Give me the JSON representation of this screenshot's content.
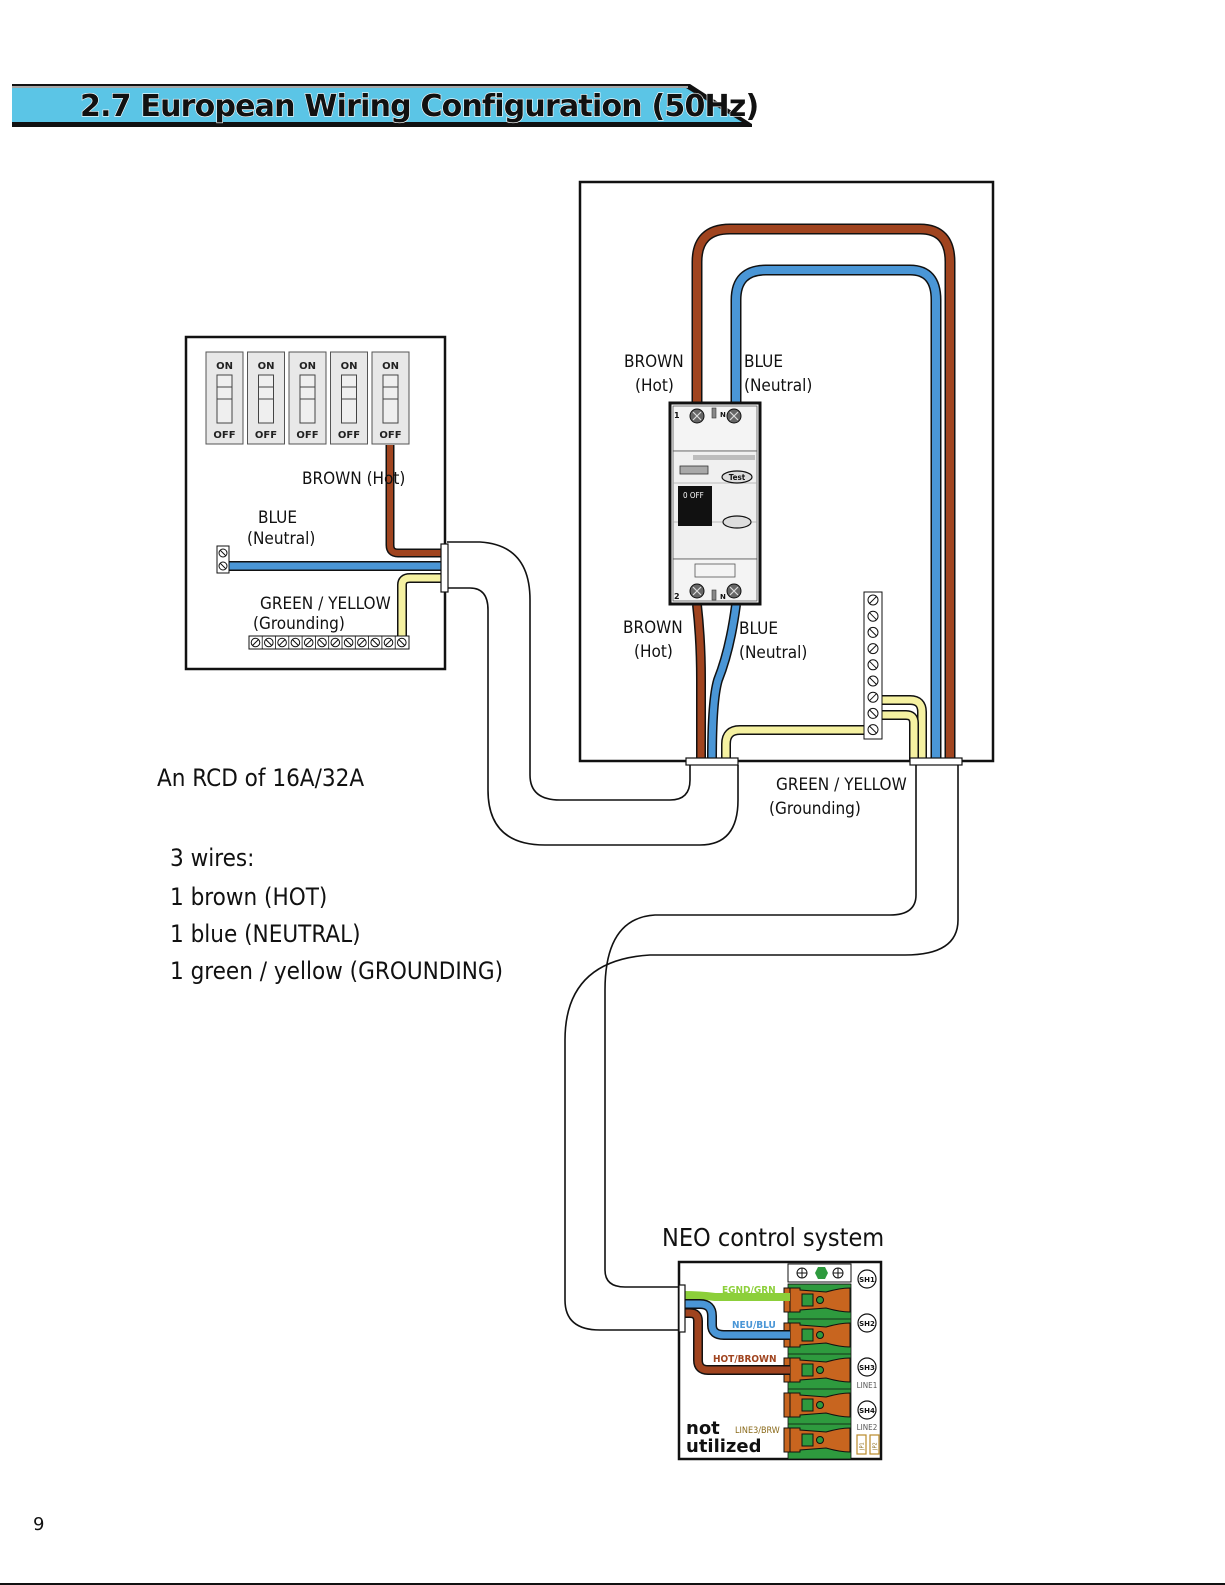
{
  "title": "2.7 European Wiring Configuration (50Hz)",
  "page_number": "9",
  "colors": {
    "title_band": "#5bc5e6",
    "brown_wire": "#a0441f",
    "blue_wire": "#4a96d6",
    "yellow_wire": "#f5f1a1",
    "green_wire": "#8ccf3a",
    "terminal_green": "#2e9a3e",
    "terminal_orange": "#c8651f"
  },
  "breaker_panel": {
    "switches": [
      {
        "on": "ON",
        "off": "OFF"
      },
      {
        "on": "ON",
        "off": "OFF"
      },
      {
        "on": "ON",
        "off": "OFF"
      },
      {
        "on": "ON",
        "off": "OFF"
      },
      {
        "on": "ON",
        "off": "OFF"
      }
    ],
    "brown_label": "BROWN (Hot)",
    "blue_label_1": "BLUE",
    "blue_label_2": "(Neutral)",
    "ground_label_1": "GREEN / YELLOW",
    "ground_label_2": "(Grounding)",
    "ground_bar_screws": 12
  },
  "rcd_box": {
    "top_brown_1": "BROWN",
    "top_brown_2": "(Hot)",
    "top_blue_1": "BLUE",
    "top_blue_2": "(Neutral)",
    "bottom_brown_1": "BROWN",
    "bottom_brown_2": "(Hot)",
    "bottom_blue_1": "BLUE",
    "bottom_blue_2": "(Neutral)",
    "ground_label_1": "GREEN / YELLOW",
    "ground_label_2": "(Grounding)",
    "device": {
      "top_terminal_1": "1",
      "top_terminal_n": "N",
      "bottom_terminal_2": "2",
      "bottom_terminal_n": "N",
      "switch_label": "0 OFF",
      "test_button": "Test"
    },
    "ground_bar_screws": 9
  },
  "notes": {
    "rcd_rating": "An RCD of 16A/32A",
    "wires_heading": "3 wires:",
    "wire_list": [
      "1 brown (HOT)",
      "1 blue (NEUTRAL)",
      "1 green / yellow (GROUNDING)"
    ]
  },
  "neo": {
    "title": "NEO control system",
    "wire_labels": {
      "ground": "EGND/GRN",
      "neutral": "NEU/BLU",
      "hot": "HOT/BROWN",
      "line3": "LINE3/BRW"
    },
    "not_utilized_1": "not",
    "not_utilized_2": "utilized",
    "side_labels": [
      "SH1",
      "SH2",
      "SH3",
      "SH4"
    ],
    "line_labels": [
      "LINE1",
      "LINE2"
    ],
    "jumpers": [
      "JP1",
      "JP2"
    ],
    "terminal_count": 5
  }
}
